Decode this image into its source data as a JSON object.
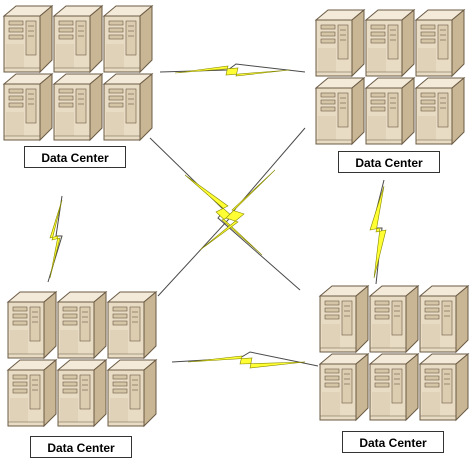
{
  "colors": {
    "server_front": "#e9dcc4",
    "server_side": "#c9b695",
    "server_top": "#f3ead9",
    "server_outline": "#6b5a44",
    "link_fill": "#ffff33",
    "link_outline": "#888800",
    "label_border": "#333333"
  },
  "icons": {
    "server": "server-tower-icon",
    "link": "lightning-link-icon"
  },
  "data_centers": [
    {
      "id": "dc-top-left",
      "label": "Data Center"
    },
    {
      "id": "dc-top-right",
      "label": "Data Center"
    },
    {
      "id": "dc-bottom-left",
      "label": "Data Center"
    },
    {
      "id": "dc-bottom-right",
      "label": "Data Center"
    }
  ]
}
